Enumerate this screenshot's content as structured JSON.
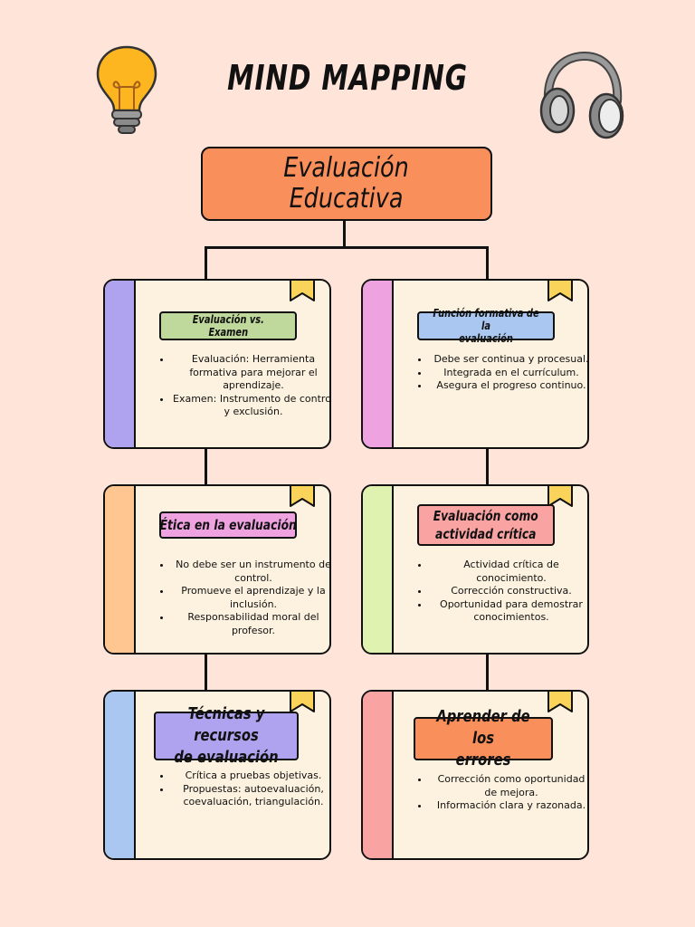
{
  "title": "MIND MAPPING",
  "root": {
    "label": "Evaluación\nEducativa"
  },
  "colors": {
    "background": "#FFE4DA",
    "root": "#F98F5B",
    "card_body": "#FDF2DF",
    "bookmark": "#F9D35A"
  },
  "icons": {
    "left": "lightbulb-icon",
    "right": "headphones-icon",
    "card_corner": "bookmark-icon"
  },
  "cards": [
    {
      "id": "evaluacion-vs-examen",
      "label": "Evaluación vs.\nExamen",
      "strip_color": "#AFA3EF",
      "label_color": "#BFD89B",
      "bullets": [
        "Evaluación: Herramienta formativa para mejorar el aprendizaje.",
        "Examen: Instrumento de control y exclusión."
      ]
    },
    {
      "id": "funcion-formativa",
      "label": "Función formativa de la\nevaluación",
      "strip_color": "#EEA2E0",
      "label_color": "#A9C7F0",
      "bullets": [
        "Debe ser continua y procesual.",
        "Integrada en el currículum.",
        "Asegura el progreso continuo."
      ]
    },
    {
      "id": "etica",
      "label": "Ética en la evaluación",
      "strip_color": "#FFC691",
      "label_color": "#EEA2E0",
      "bullets": [
        "No debe ser un instrumento de control.",
        "Promueve el aprendizaje y la inclusión.",
        "Responsabilidad moral del profesor."
      ]
    },
    {
      "id": "actividad-critica",
      "label": "Evaluación como\nactividad crítica",
      "strip_color": "#DFF2B0",
      "label_color": "#FAA3A3",
      "bullets": [
        "Actividad crítica de conocimiento.",
        "Corrección constructiva.",
        "Oportunidad para demostrar conocimientos."
      ]
    },
    {
      "id": "tecnicas",
      "label": "Técnicas y recursos\nde evaluación",
      "strip_color": "#A9C7F0",
      "label_color": "#AFA3EF",
      "bullets": [
        "Crítica a pruebas objetivas.",
        "Propuestas: autoevaluación, coevaluación, triangulación."
      ]
    },
    {
      "id": "aprender-errores",
      "label": "Aprender de los\nerrores",
      "strip_color": "#FAA3A3",
      "label_color": "#F98F5B",
      "bullets": [
        "Corrección como oportunidad de mejora.",
        "Información clara y razonada."
      ]
    }
  ]
}
